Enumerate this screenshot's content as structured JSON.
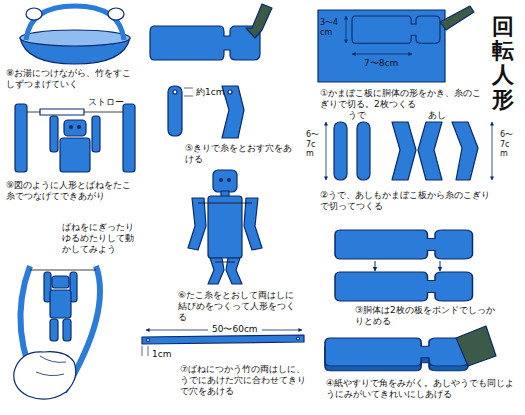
{
  "diagram": {
    "title": "回転人形",
    "labels": [
      "⑧お湯につけながら、竹をすこしずつまげていく",
      "ストロー",
      "⑨図のように人形とばねをたこ糸でつなげてできあがり",
      "ばねをにぎったりゆるめたりして動かしてみよう",
      "約1cm",
      "⑤きりで糸をとおす穴をあける",
      "⑥たこ糸をとおして両はしに結びめをつくって人形をつくる",
      "50〜60cm",
      "1cm",
      "⑦ばねにつかう竹の両はしに、うでにあけた穴に合わせてきりで穴をあける",
      "3〜4cm",
      "7〜8cm",
      "①かまぼこ板に胴体の形をかき、糸のこぎりで切る。2枚つくる",
      "うで",
      "あし",
      "6〜7cm",
      "6〜7cm",
      "②うで、あしもかまぼこ板から糸のこぎりで切ってつくる",
      "③胴体は2枚の板をボンドでしっかりとめる",
      "④紙やすりで角をみがく。あしやうでも同じようにみがいてきれいにしあげる"
    ]
  }
}
